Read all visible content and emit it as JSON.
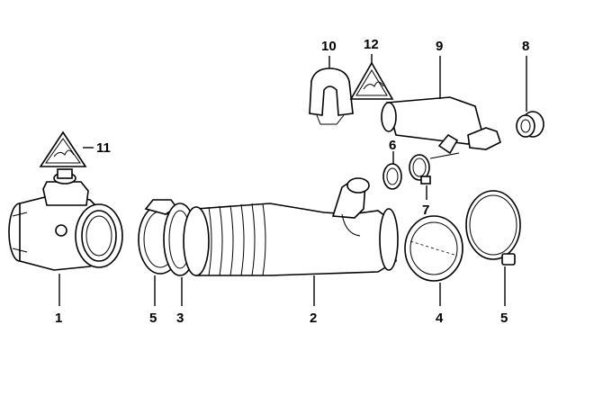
{
  "labels": {
    "p1": "1",
    "p2": "2",
    "p3": "3",
    "p4": "4",
    "p5a": "5",
    "p5b": "5",
    "p6": "6",
    "p7": "7",
    "p8": "8",
    "p9": "9",
    "p10": "10",
    "p11": "11",
    "p12": "12"
  },
  "icons": [
    "warning-triangle-icon",
    "warning-triangle-icon"
  ]
}
